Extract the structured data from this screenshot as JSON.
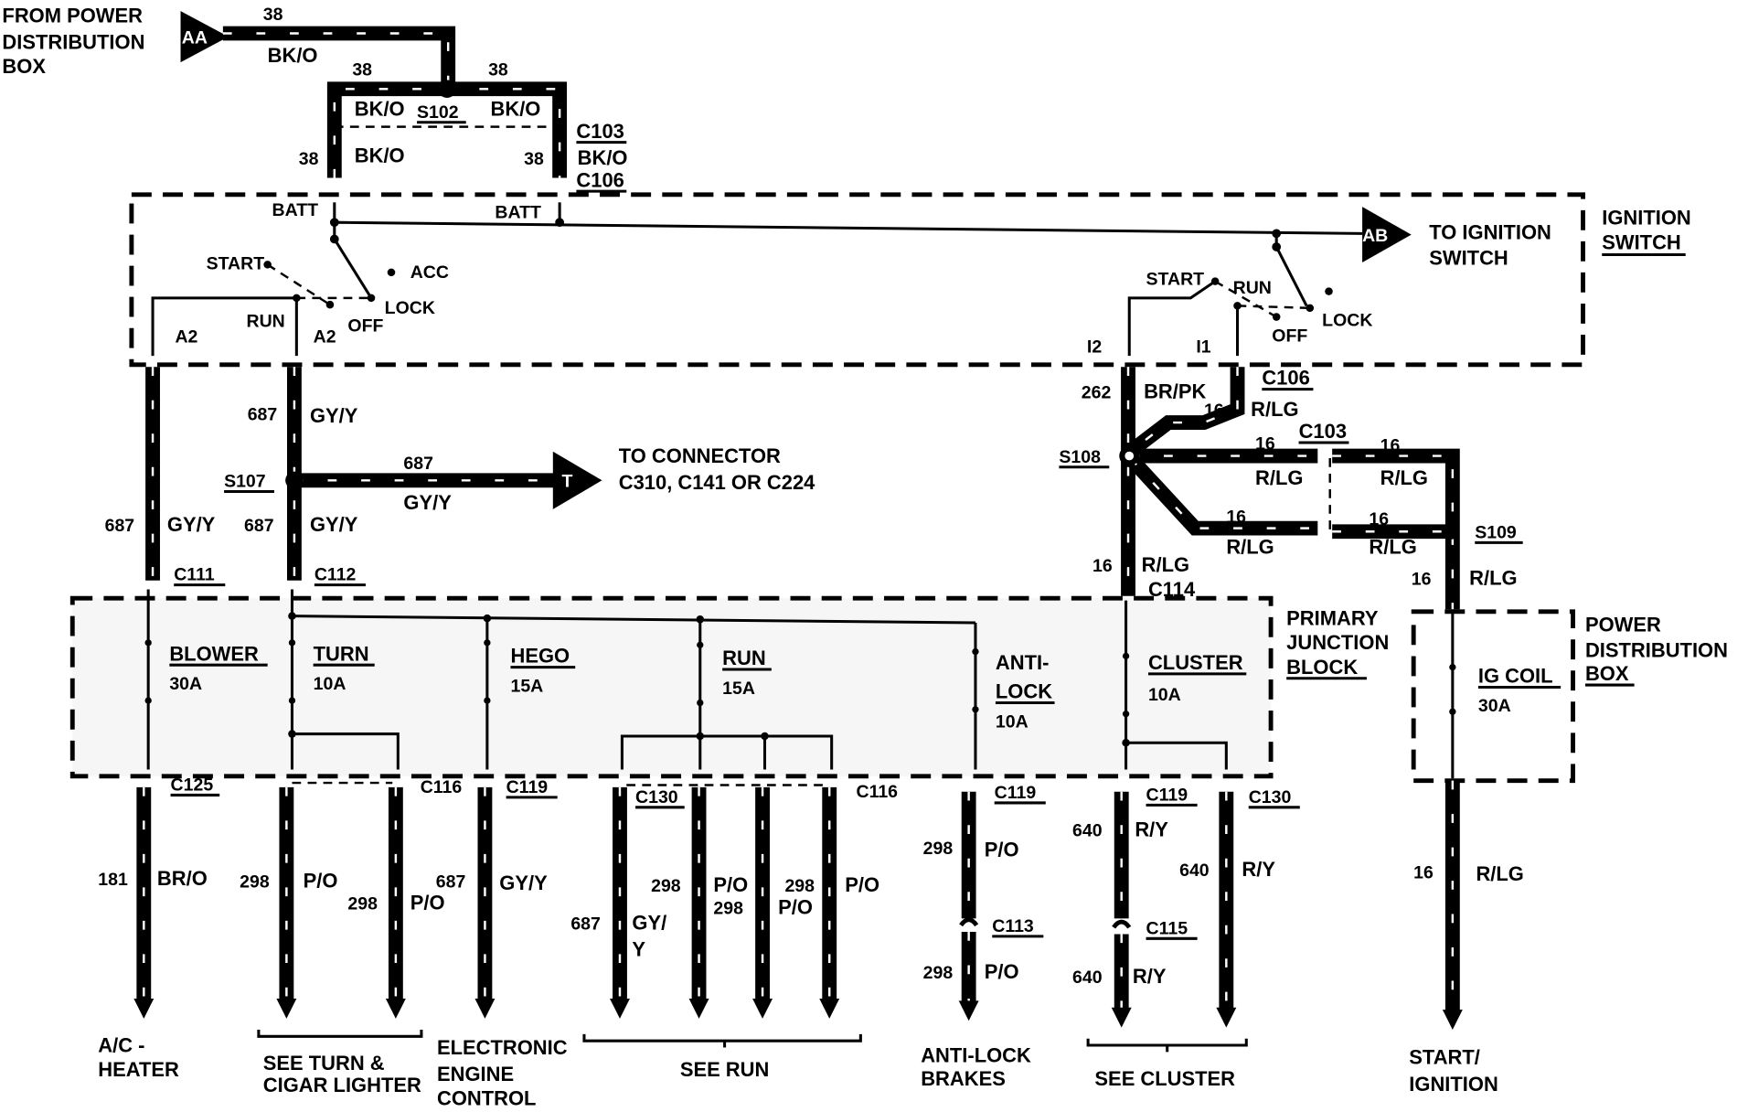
{
  "source": {
    "label": "FROM POWER DISTRIBUTION BOX",
    "lines": [
      "FROM POWER",
      "DISTRIBUTION",
      "BOX"
    ],
    "tag": "AA",
    "circuit": "38",
    "color": "BK/O"
  },
  "top_splice": {
    "splice": "S102",
    "left_circuit": "38",
    "left_color": "BK/O",
    "right_circuit": "38",
    "right_color": "BK/O",
    "c103": "C103",
    "c106": "C106",
    "lower_left_circuit": "38",
    "lower_left_color": "BK/O",
    "lower_right_circuit": "38",
    "lower_right_color": "BK/O"
  },
  "ignition_switch": {
    "title_lines": [
      "IGNITION",
      "SWITCH"
    ],
    "to_switch_lines": [
      "TO IGNITION",
      "SWITCH"
    ],
    "tag": "AB",
    "batt": "BATT",
    "left_positions": {
      "start": "START",
      "acc": "ACC",
      "run": "RUN",
      "off": "OFF",
      "lock": "LOCK",
      "a2": "A2"
    },
    "right_positions": {
      "start": "START",
      "run": "RUN",
      "off": "OFF",
      "lock": "LOCK",
      "i2": "I2",
      "i1": "I1"
    }
  },
  "gy_y_branch": {
    "circuit": "687",
    "color": "GY/Y",
    "splice": "S107",
    "to_connector_lines": [
      "TO CONNECTOR",
      "C310, C141 OR C224"
    ],
    "tag": "T",
    "left_c": "C111",
    "right_c": "C112"
  },
  "right_branch": {
    "c106": "C106",
    "br_pk_circuit": "262",
    "br_pk_color": "BR/PK",
    "rlg_circuit": "16",
    "rlg_color": "R/LG",
    "splice_s108": "S108",
    "splice_s109": "S109",
    "c103": "C103",
    "c114": "C114"
  },
  "primary_junction_block": {
    "title_lines": [
      "PRIMARY",
      "JUNCTION",
      "BLOCK"
    ],
    "fuses": [
      {
        "name": "BLOWER",
        "rating": "30A"
      },
      {
        "name": "TURN",
        "rating": "10A"
      },
      {
        "name": "HEGO",
        "rating": "15A"
      },
      {
        "name": "RUN",
        "rating": "15A"
      },
      {
        "name_lines": [
          "ANTI-",
          "LOCK"
        ],
        "rating": "10A"
      },
      {
        "name": "CLUSTER",
        "rating": "10A"
      }
    ]
  },
  "power_distribution_box": {
    "title_lines": [
      "POWER",
      "DISTRIBUTION",
      "BOX"
    ],
    "fuse": "IG COIL",
    "rating": "30A"
  },
  "outputs": {
    "connectors": [
      "C125",
      "C116",
      "C119",
      "C130",
      "C116",
      "C119",
      "C113",
      "C119",
      "C130",
      "C115"
    ],
    "wires": [
      {
        "circuit": "181",
        "color": "BR/O"
      },
      {
        "circuit": "298",
        "color": "P/O"
      },
      {
        "circuit": "687",
        "color": "GY/Y"
      },
      {
        "circuit": "640",
        "color": "R/Y"
      },
      {
        "circuit": "16",
        "color": "R/LG"
      }
    ],
    "destinations": {
      "ac_heater": [
        "A/C -",
        "HEATER"
      ],
      "turn": [
        "SEE TURN &",
        "CIGAR LIGHTER"
      ],
      "eec": [
        "ELECTRONIC",
        "ENGINE",
        "CONTROL"
      ],
      "run": [
        "SEE RUN"
      ],
      "abs": [
        "ANTI-LOCK",
        "BRAKES"
      ],
      "cluster": [
        "SEE CLUSTER"
      ],
      "start": [
        "START/",
        "IGNITION"
      ]
    }
  }
}
